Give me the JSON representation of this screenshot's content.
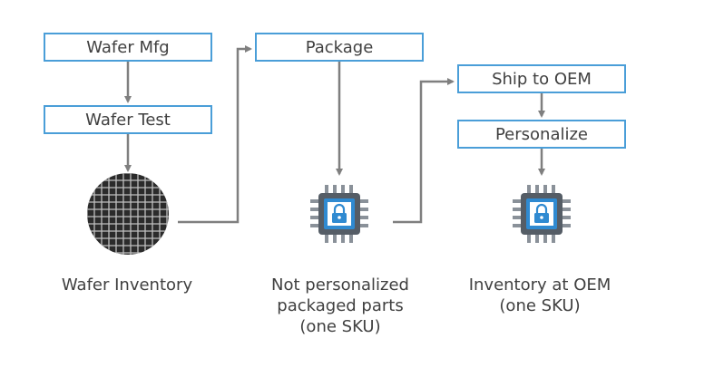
{
  "nodes": {
    "wafer_mfg": "Wafer Mfg",
    "wafer_test": "Wafer Test",
    "package": "Package",
    "ship_to_oem": "Ship to OEM",
    "personalize": "Personalize"
  },
  "captions": {
    "wafer_inventory": "Wafer Inventory",
    "not_personalized": "Not personalized\npackaged parts\n(one SKU)",
    "inventory_at_oem": "Inventory at OEM\n(one SKU)"
  },
  "icons": {
    "wafer": "wafer-grid-icon",
    "chip_not_personalized": "chip-lock-icon",
    "chip_oem": "chip-lock-icon"
  },
  "colors": {
    "box_border": "#4a9ed8",
    "arrow": "#7f7f7f",
    "chip_body": "#555d66",
    "chip_pins": "#8a9199",
    "chip_accent": "#2f8ad1"
  }
}
